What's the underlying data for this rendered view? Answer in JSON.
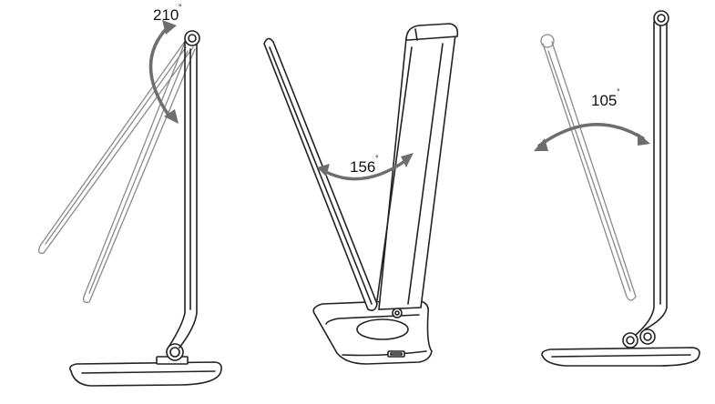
{
  "figures": [
    {
      "angle": "210",
      "degree_mark": "°"
    },
    {
      "angle": "156",
      "degree_mark": "°"
    },
    {
      "angle": "105",
      "degree_mark": "°"
    }
  ],
  "colors": {
    "outline": "#222222",
    "ghost_outline": "#8a8a8a",
    "arrow": "#6e6e6e"
  },
  "icons": [
    "usb-port-icon",
    "touch-button-icon",
    "rotation-arrow-icon"
  ]
}
